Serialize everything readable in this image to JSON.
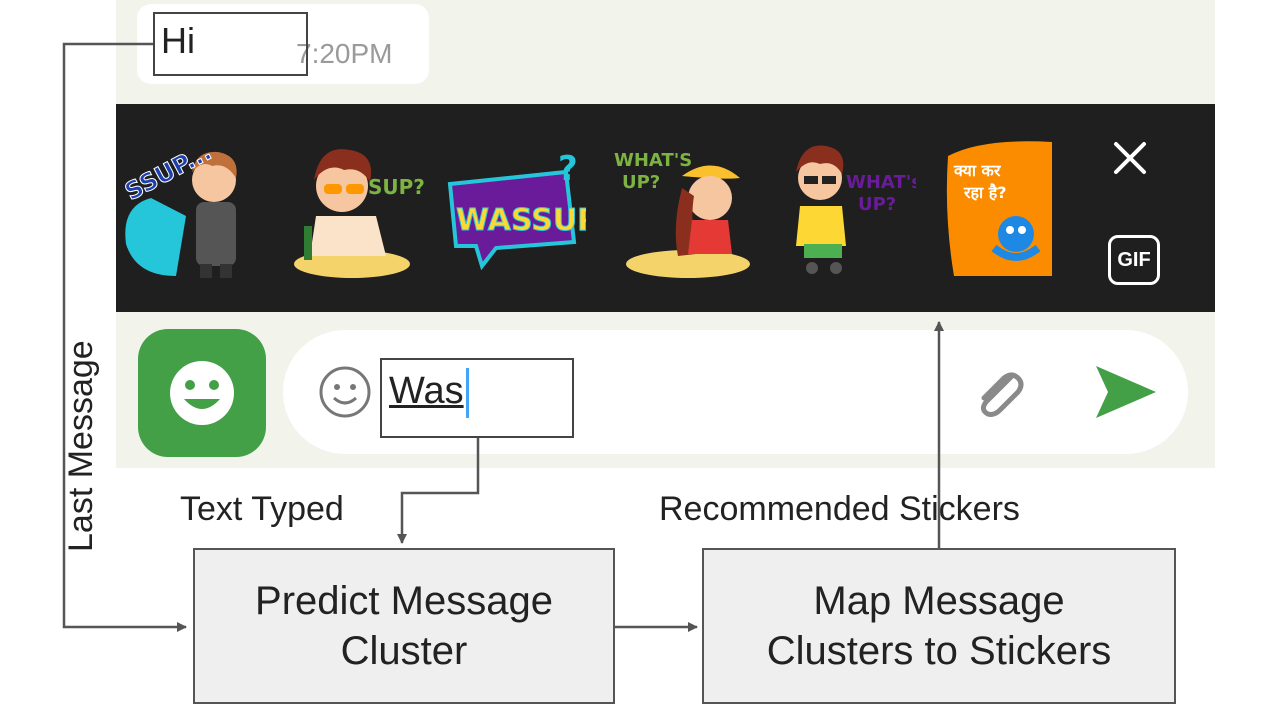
{
  "chat": {
    "last_message": "Hi",
    "time": "7:20PM"
  },
  "sticker_bar": {
    "stickers": [
      {
        "caption": "SSUP...",
        "icon": "sticker-ssup"
      },
      {
        "caption": "SUP?",
        "icon": "sticker-sup"
      },
      {
        "caption": "WASSUP",
        "icon": "sticker-wassup"
      },
      {
        "caption": "WHAT'S UP?",
        "icon": "sticker-whats-up-girl"
      },
      {
        "caption": "WHAT's UP?",
        "icon": "sticker-whats-up-boy"
      },
      {
        "caption": "क्या कर रहा है?",
        "icon": "sticker-hindi"
      }
    ],
    "close_icon": "close-icon",
    "gif_label": "GIF"
  },
  "composer": {
    "typed_text": "Was",
    "emoji_icon": "smiley-icon",
    "attach_icon": "paperclip-icon",
    "send_icon": "send-icon",
    "accent_color": "#43a047"
  },
  "diagram": {
    "label_last_message": "Last Message",
    "label_text_typed": "Text Typed",
    "label_recommended": "Recommended Stickers",
    "box_predict_line1": "Predict Message",
    "box_predict_line2": "Cluster",
    "box_map_line1": "Map Message",
    "box_map_line2": "Clusters to Stickers"
  }
}
